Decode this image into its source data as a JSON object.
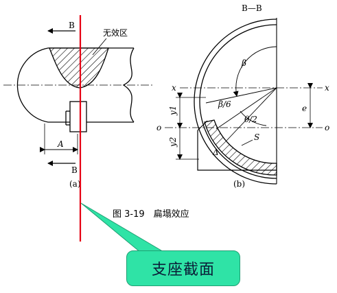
{
  "fig_a": {
    "arrow_b_top": "B",
    "invalid_zone": "无效区",
    "dim_a": "A",
    "arrow_b_bottom": "B",
    "caption": "(a)"
  },
  "fig_b": {
    "section_title": "B—B",
    "beta": "β",
    "beta_over_6": "β/6",
    "theta_over_2": "θ/2",
    "s": "S",
    "delta": "Δ",
    "axis_x_left": "x",
    "axis_x_right": "x",
    "axis_o_left": "o",
    "axis_o_right": "o",
    "y1": "y1",
    "y2": "y2",
    "e": "e",
    "caption": "(b)"
  },
  "figure_caption": "图 3-19　扁塌效应",
  "callout": {
    "label": "支座截面"
  },
  "colors": {
    "red_line": "#e60012",
    "callout_fill": "#2fe3a6",
    "callout_text": "#0a1b36"
  }
}
